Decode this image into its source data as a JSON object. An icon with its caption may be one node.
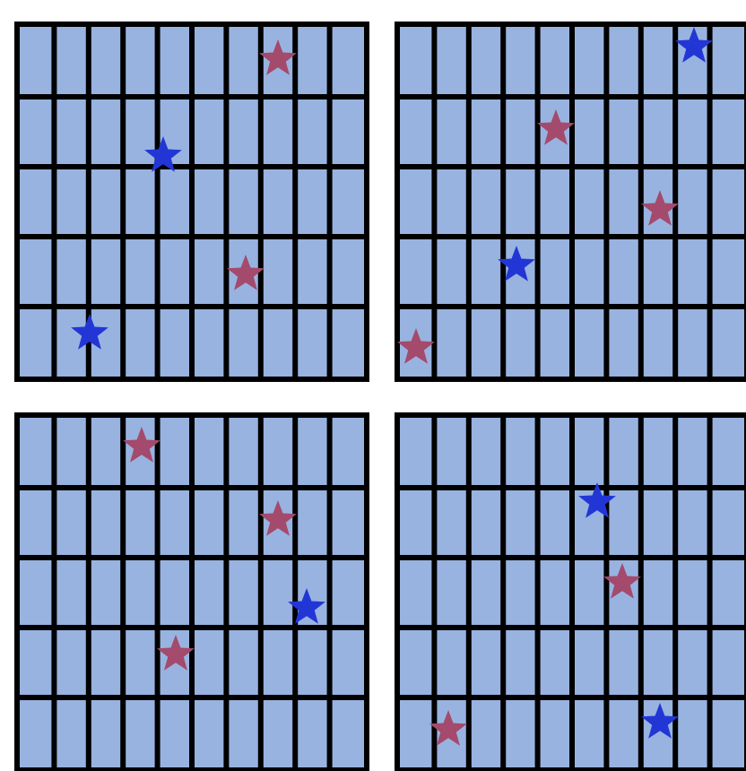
{
  "diagram": {
    "nodes": [
      {
        "text": [],
        "shape": "box"
      },
      {
        "text": [],
        "shape": "star",
        "in": 0
      },
      {
        "text": [],
        "shape": "star",
        "in": 0
      },
      {
        "text": [],
        "shape": "star",
        "in": 0
      },
      {
        "text": [],
        "shape": "star",
        "in": 0
      },
      {
        "text": [],
        "shape": "box"
      },
      {
        "text": [],
        "shape": "star",
        "in": 5
      },
      {
        "text": [],
        "shape": "star",
        "in": 5
      },
      {
        "text": [],
        "shape": "star",
        "in": 5
      },
      {
        "text": [],
        "shape": "star",
        "in": 5
      },
      {
        "text": [],
        "shape": "star",
        "in": 5
      },
      {
        "text": [],
        "shape": "box"
      },
      {
        "text": [],
        "shape": "star",
        "in": 11
      },
      {
        "text": [],
        "shape": "star",
        "in": 11
      },
      {
        "text": [],
        "shape": "star",
        "in": 11
      },
      {
        "text": [],
        "shape": "star",
        "in": 11
      },
      {
        "text": [],
        "shape": "box"
      },
      {
        "text": [],
        "shape": "star",
        "in": 16
      },
      {
        "text": [],
        "shape": "star",
        "in": 16
      },
      {
        "text": [],
        "shape": "star",
        "in": 16
      },
      {
        "text": [],
        "shape": "star",
        "in": 16
      }
    ]
  }
}
